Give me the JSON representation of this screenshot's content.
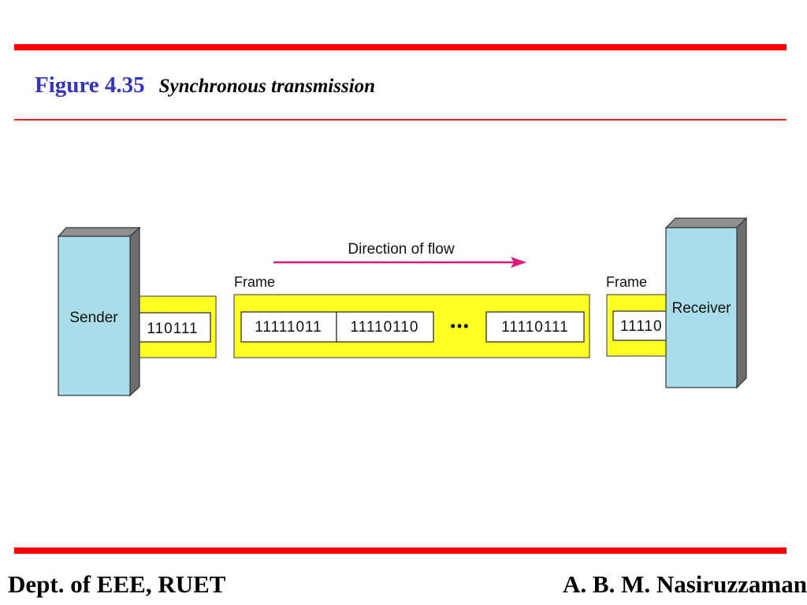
{
  "figure": {
    "label": "Figure 4.35",
    "caption": "Synchronous transmission"
  },
  "diagram": {
    "sender_label": "Sender",
    "receiver_label": "Receiver",
    "direction_label": "Direction of flow",
    "frame_label_middle": "Frame",
    "frame_label_right": "Frame",
    "sender_frame_bits": "110111",
    "frame_bytes": [
      "11111011",
      "11110110",
      "11110111"
    ],
    "ellipsis": "•••",
    "receiver_frame_bits": "11110",
    "colors": {
      "device": "#a8dde9",
      "device_side": "#6d6d6d",
      "device_top": "#8f8f8f",
      "frame": "#ffff22",
      "arrow": "#e0197d"
    }
  },
  "footer": {
    "left": "Dept. of EEE, RUET",
    "right": "A. B. M. Nasiruzzaman"
  }
}
